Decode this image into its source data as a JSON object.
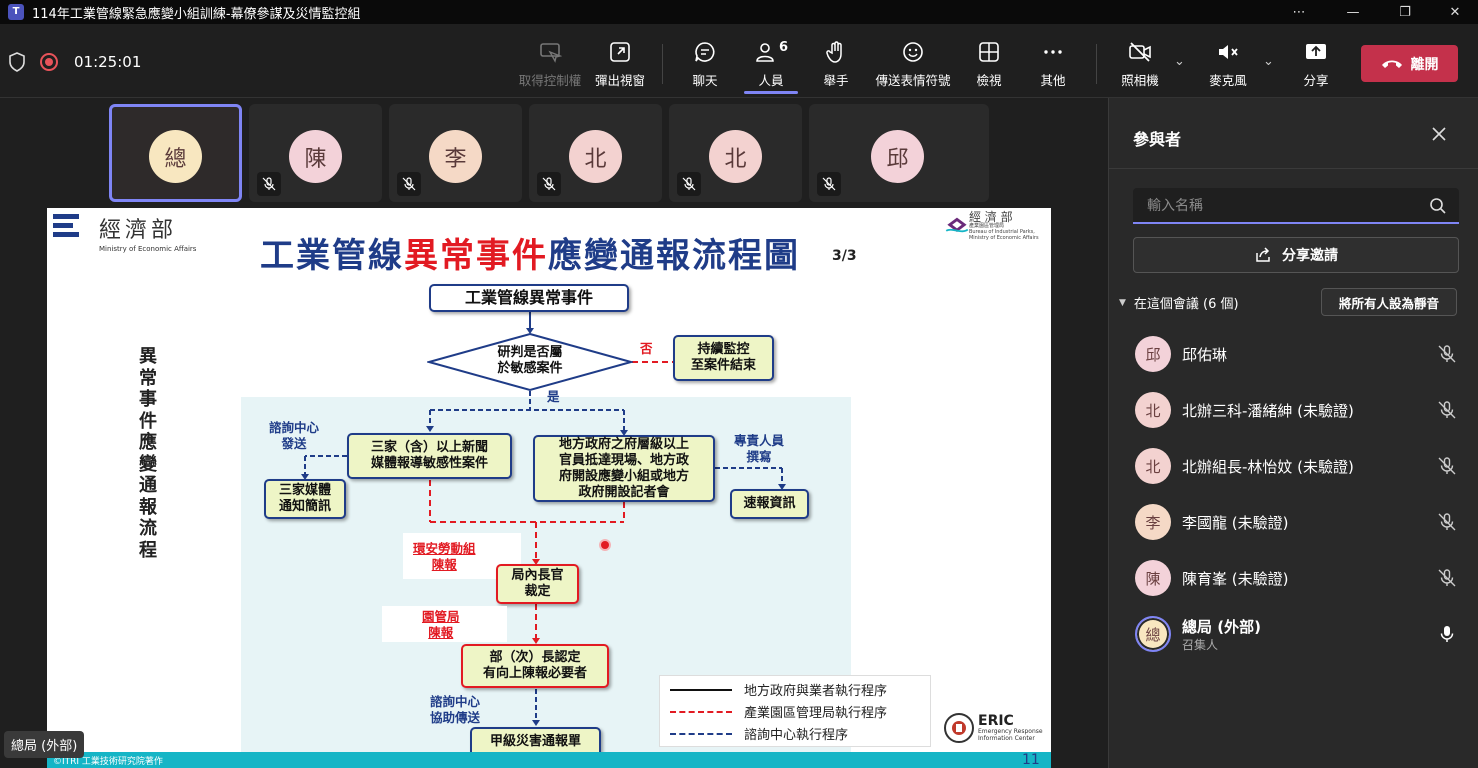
{
  "window": {
    "title": "114年工業管線緊急應變小組訓練-幕僚參謀及災情監控組",
    "app_icon": "T",
    "controls": [
      "⋯",
      "—",
      "❐",
      "✕"
    ]
  },
  "toolbar": {
    "timer": "01:25:01",
    "buttons": [
      {
        "label": "取得控制權",
        "icon": "take-control-icon",
        "disabled": true
      },
      {
        "label": "彈出視窗",
        "icon": "popout-icon"
      },
      {
        "label": "聊天",
        "icon": "chat-icon"
      },
      {
        "label": "人員",
        "icon": "people-icon",
        "count": "6",
        "active": true
      },
      {
        "label": "舉手",
        "icon": "raise-hand-icon"
      },
      {
        "label": "傳送表情符號",
        "icon": "emoji-icon"
      },
      {
        "label": "檢視",
        "icon": "view-icon"
      },
      {
        "label": "其他",
        "icon": "more-icon"
      },
      {
        "label": "照相機",
        "icon": "camera-off-icon"
      },
      {
        "label": "麥克風",
        "icon": "mic-off-icon"
      },
      {
        "label": "分享",
        "icon": "share-icon"
      }
    ],
    "leave_label": "離開"
  },
  "tiles": [
    {
      "initial": "總",
      "color": "#f8e7c0",
      "muted": false,
      "active": true
    },
    {
      "initial": "陳",
      "color": "#f3d2d9",
      "muted": true
    },
    {
      "initial": "李",
      "color": "#f5d9c6",
      "muted": true
    },
    {
      "initial": "北",
      "color": "#f3d2d0",
      "muted": true
    },
    {
      "initial": "北",
      "color": "#f3d2d0",
      "muted": true
    },
    {
      "initial": "邱",
      "color": "#f3d2d9",
      "muted": false
    }
  ],
  "slide": {
    "moea_cn": "經濟部",
    "moea_en": "Ministry of Economic Affairs",
    "title_pre": "工業管線",
    "title_red": "異常事件",
    "title_post": "應變通報流程圖",
    "page_fraction": "3/3",
    "tr_logo_cn": "經 濟 部",
    "tr_logo_sub": "產業園區管理局",
    "tr_logo_en": "Bureau of Industrial Parks, Ministry of Economic Affairs",
    "vertical_label": "異常事件應變通報流程",
    "boxes": {
      "event": "工業管線異常事件",
      "judge_line1": "研判是否屬",
      "judge_line2": "於敏感案件",
      "monitor_line1": "持續監控",
      "monitor_line2": "至案件結束",
      "news_line1": "三家（含）以上新聞",
      "news_line2": "媒體報導敏感性案件",
      "gov_line1": "地方政府之府層級以上",
      "gov_line2": "官員抵達現場、地方政",
      "gov_line3": "府開設應變小組或地方",
      "gov_line4": "政府開設記者會",
      "media_line1": "三家媒體",
      "media_line2": "通知簡訊",
      "quick_report": "速報資訊",
      "chief_line1": "局內長官",
      "chief_line2": "裁定",
      "minister_line1": "部（次）長認定",
      "minister_line2": "有向上陳報必要者",
      "final": "甲級災害通報單"
    },
    "labels": {
      "no": "否",
      "yes": "是",
      "consult_send_1": "諮詢中心",
      "consult_send_2": "發送",
      "staff_1": "專責人員",
      "staff_2": "撰寫",
      "env_1": "環安勞動組",
      "env_2": "陳報",
      "park_1": "園管局",
      "park_2": "陳報",
      "consult_help_1": "諮詢中心",
      "consult_help_2": "協助傳送"
    },
    "legend": [
      "地方政府與業者執行程序",
      "產業園區管理局執行程序",
      "諮詢中心執行程序"
    ],
    "eric_name": "ERIC",
    "eric_sub1": "Emergency Response",
    "eric_sub2": "Information Center",
    "copyright": "©ITRI 工業技術研究院著作",
    "page_number": "11"
  },
  "presenter_badge": "總局 (外部)",
  "panel": {
    "title": "參與者",
    "search_placeholder": "輸入名稱",
    "invite_label": "分享邀請",
    "section_label": "在這個會議 (6 個)",
    "mute_all_label": "將所有人設為靜音",
    "participants": [
      {
        "initial": "邱",
        "name": "邱佑琳",
        "color": "#f3d2d9",
        "mic": "off"
      },
      {
        "initial": "北",
        "name": "北辦三科-潘緒紳 (未驗證)",
        "color": "#f3d2d0",
        "mic": "off"
      },
      {
        "initial": "北",
        "name": "北辦組長-林怡妏 (未驗證)",
        "color": "#f3d2d0",
        "mic": "off"
      },
      {
        "initial": "李",
        "name": "李國龍 (未驗證)",
        "color": "#f5d9c6",
        "mic": "off"
      },
      {
        "initial": "陳",
        "name": "陳育峯 (未驗證)",
        "color": "#f3d2d9",
        "mic": "off"
      },
      {
        "initial": "總",
        "name": "總局 (外部)",
        "role": "召集人",
        "color": "#f8e7c0",
        "mic": "on"
      }
    ]
  },
  "colors": {
    "accent": "#7f85f5",
    "leave": "#c4314b",
    "flow_blue": "#1f3c88",
    "flow_red": "#e21a22"
  }
}
